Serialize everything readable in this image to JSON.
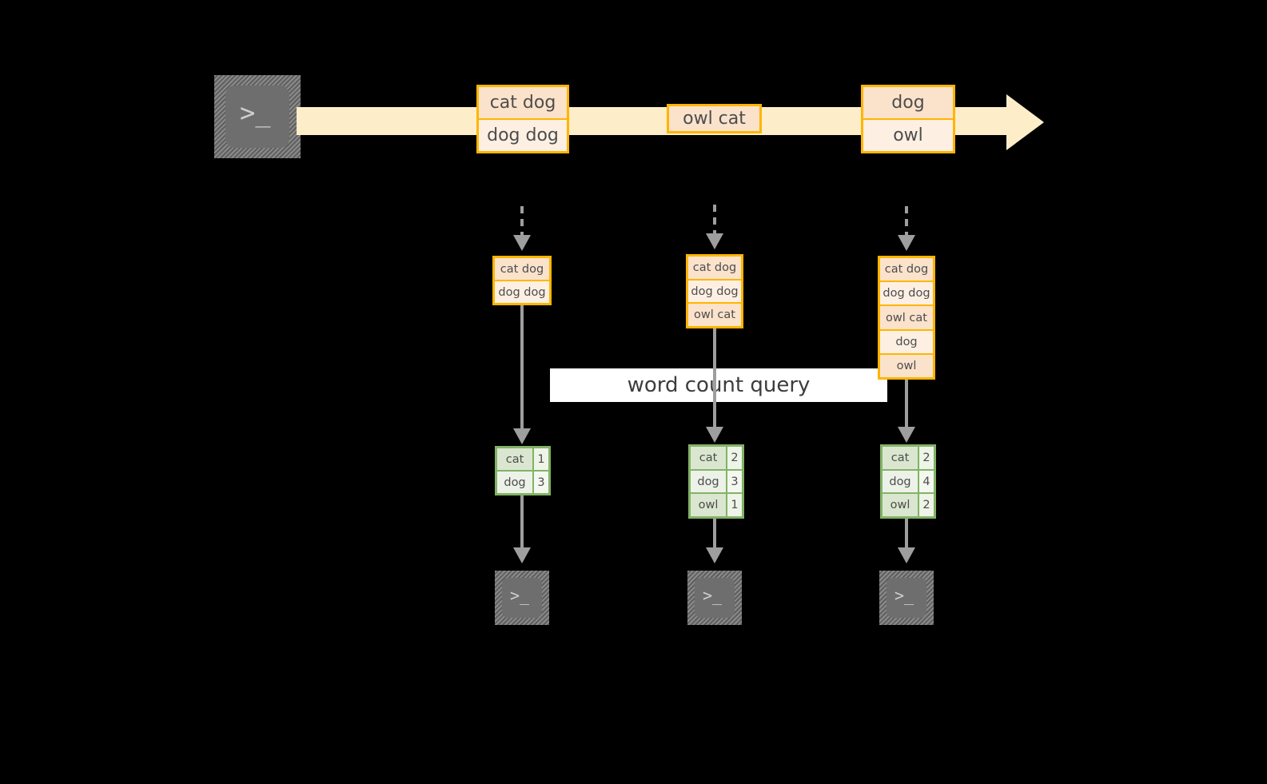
{
  "diagram": {
    "type": "streaming-word-count-dataflow",
    "source": {
      "icon": "terminal-icon",
      "glyph": ">_"
    },
    "stream": {
      "direction": "left-to-right",
      "band_color": "#fdeec9",
      "border_color": "#ffb500",
      "records": [
        {
          "name": "record-group-1",
          "lines": [
            "cat dog",
            "dog dog"
          ]
        },
        {
          "name": "record-group-2",
          "lines": [
            "owl cat"
          ]
        },
        {
          "name": "record-group-3",
          "lines": [
            "dog",
            "owl"
          ]
        }
      ]
    },
    "query": {
      "label": "word count query",
      "banner_color": "#ffffff"
    },
    "snapshots": [
      {
        "name": "snapshot-1",
        "lines": [
          "cat dog",
          "dog dog"
        ]
      },
      {
        "name": "snapshot-2",
        "lines": [
          "cat dog",
          "dog dog",
          "owl cat"
        ]
      },
      {
        "name": "snapshot-3",
        "lines": [
          "cat dog",
          "dog dog",
          "owl cat",
          "dog",
          "owl"
        ]
      }
    ],
    "results": [
      {
        "name": "result-table-1",
        "border_color": "#82b366",
        "rows": [
          {
            "word": "cat",
            "count": "1"
          },
          {
            "word": "dog",
            "count": "3"
          }
        ]
      },
      {
        "name": "result-table-2",
        "border_color": "#82b366",
        "rows": [
          {
            "word": "cat",
            "count": "2"
          },
          {
            "word": "dog",
            "count": "3"
          },
          {
            "word": "owl",
            "count": "1"
          }
        ]
      },
      {
        "name": "result-table-3",
        "border_color": "#82b366",
        "rows": [
          {
            "word": "cat",
            "count": "2"
          },
          {
            "word": "dog",
            "count": "4"
          },
          {
            "word": "owl",
            "count": "2"
          }
        ]
      }
    ],
    "sinks": [
      {
        "name": "sink-1",
        "icon": "terminal-icon",
        "glyph": ">_"
      },
      {
        "name": "sink-2",
        "icon": "terminal-icon",
        "glyph": ">_"
      },
      {
        "name": "sink-3",
        "icon": "terminal-icon",
        "glyph": ">_"
      }
    ]
  }
}
